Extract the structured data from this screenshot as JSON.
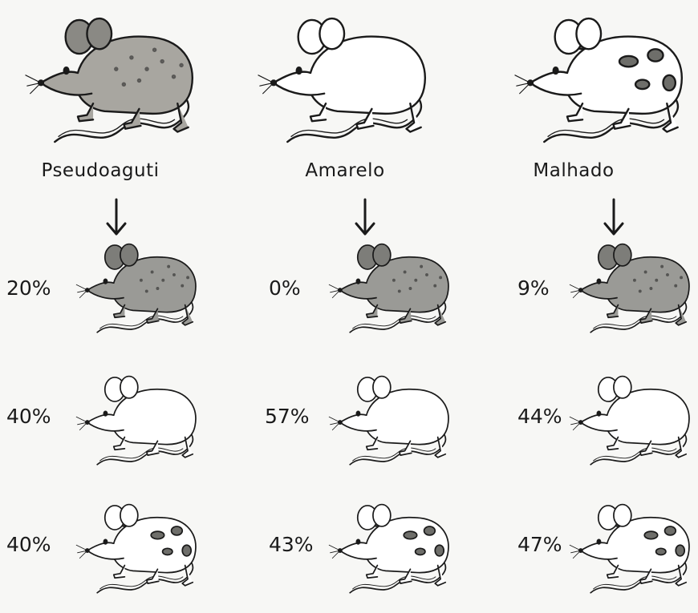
{
  "parents": [
    {
      "label": "Pseudoaguti",
      "coat": "pseudoagouti",
      "offspring": [
        {
          "percent": "20%",
          "coat": "agouti"
        },
        {
          "percent": "40%",
          "coat": "yellow"
        },
        {
          "percent": "40%",
          "coat": "mottled"
        }
      ]
    },
    {
      "label": "Amarelo",
      "coat": "yellow",
      "offspring": [
        {
          "percent": "0%",
          "coat": "agouti"
        },
        {
          "percent": "57%",
          "coat": "yellow"
        },
        {
          "percent": "43%",
          "coat": "mottled"
        }
      ]
    },
    {
      "label": "Malhado",
      "coat": "mottled",
      "offspring": [
        {
          "percent": "9%",
          "coat": "agouti"
        },
        {
          "percent": "44%",
          "coat": "yellow"
        },
        {
          "percent": "47%",
          "coat": "mottled"
        }
      ]
    }
  ],
  "colors": {
    "agouti": "#9a9a96",
    "pseudoagouti": "#a8a6a0",
    "yellow": "#ffffff",
    "spots": "#6e6e6a",
    "ink": "#1a1a1a"
  },
  "icons": {
    "arrow": "down-arrow-icon",
    "mouse": "mouse-icon"
  }
}
